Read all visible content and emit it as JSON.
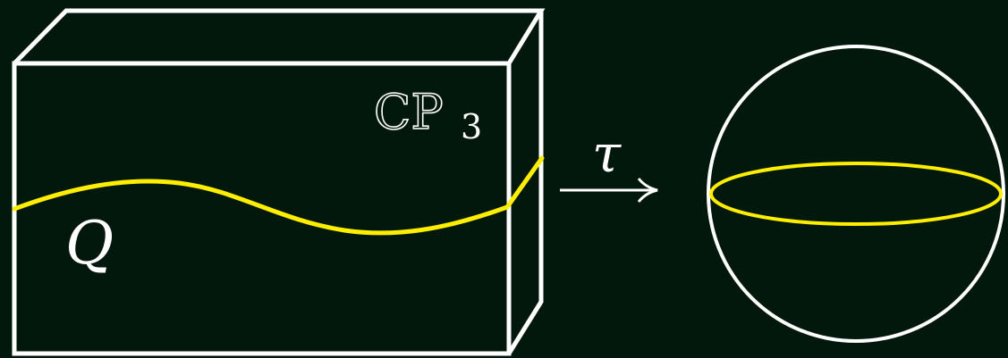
{
  "labels": {
    "space": "CP",
    "space_subscript": "3",
    "submanifold": "Q",
    "map": "τ"
  },
  "colors": {
    "background": "#03180c",
    "outline": "#ffffff",
    "highlight": "#ffee00"
  }
}
